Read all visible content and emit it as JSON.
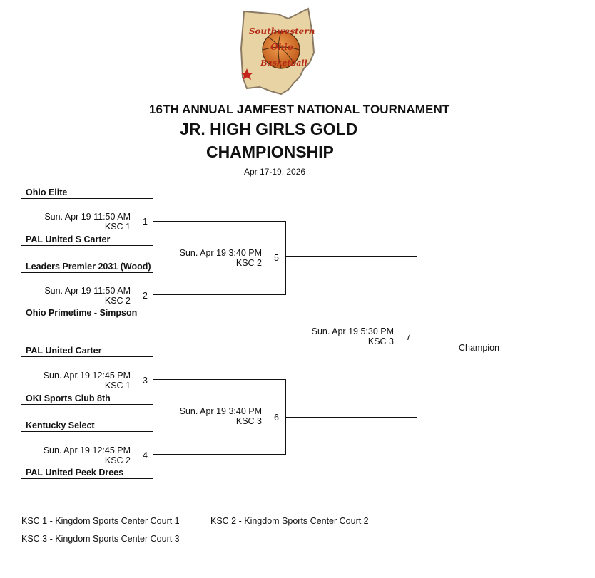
{
  "logo": {
    "line1": "Southwestern",
    "line2": "Ohio",
    "line3": "Basketball",
    "colors": {
      "state_fill": "#e7cf9c",
      "state_outline": "#8a7a63",
      "text": "#b42a16",
      "ball": "#d9762a",
      "star": "#c4241b"
    }
  },
  "header": {
    "line1": "16TH ANNUAL JAMFEST NATIONAL TOURNAMENT",
    "line2": "JR. HIGH GIRLS GOLD",
    "line3": "CHAMPIONSHIP",
    "dates": "Apr 17-19, 2026"
  },
  "bracket": {
    "round1": [
      {
        "number": "1",
        "team_top": "Ohio Elite",
        "team_bottom": "PAL United S Carter",
        "time": "Sun. Apr 19 11:50 AM",
        "court": "KSC 1"
      },
      {
        "number": "2",
        "team_top": "Leaders Premier 2031 (Wood)",
        "team_bottom": "Ohio Primetime - Simpson",
        "time": "Sun. Apr 19 11:50 AM",
        "court": "KSC 2"
      },
      {
        "number": "3",
        "team_top": "PAL United Carter",
        "team_bottom": "OKI Sports Club 8th",
        "time": "Sun. Apr 19 12:45 PM",
        "court": "KSC 1"
      },
      {
        "number": "4",
        "team_top": "Kentucky Select",
        "team_bottom": "PAL United Peek Drees",
        "time": "Sun. Apr 19 12:45 PM",
        "court": "KSC 2"
      }
    ],
    "round2": [
      {
        "number": "5",
        "time": "Sun. Apr 19 3:40 PM",
        "court": "KSC 2"
      },
      {
        "number": "6",
        "time": "Sun. Apr 19 3:40 PM",
        "court": "KSC 3"
      }
    ],
    "final": {
      "number": "7",
      "time": "Sun. Apr 19 5:30 PM",
      "court": "KSC 3"
    },
    "champion_label": "Champion"
  },
  "legend": {
    "ksc1": "KSC 1 - Kingdom Sports Center Court 1",
    "ksc2": "KSC 2 - Kingdom Sports Center Court 2",
    "ksc3": "KSC 3 - Kingdom Sports Center Court 3"
  }
}
